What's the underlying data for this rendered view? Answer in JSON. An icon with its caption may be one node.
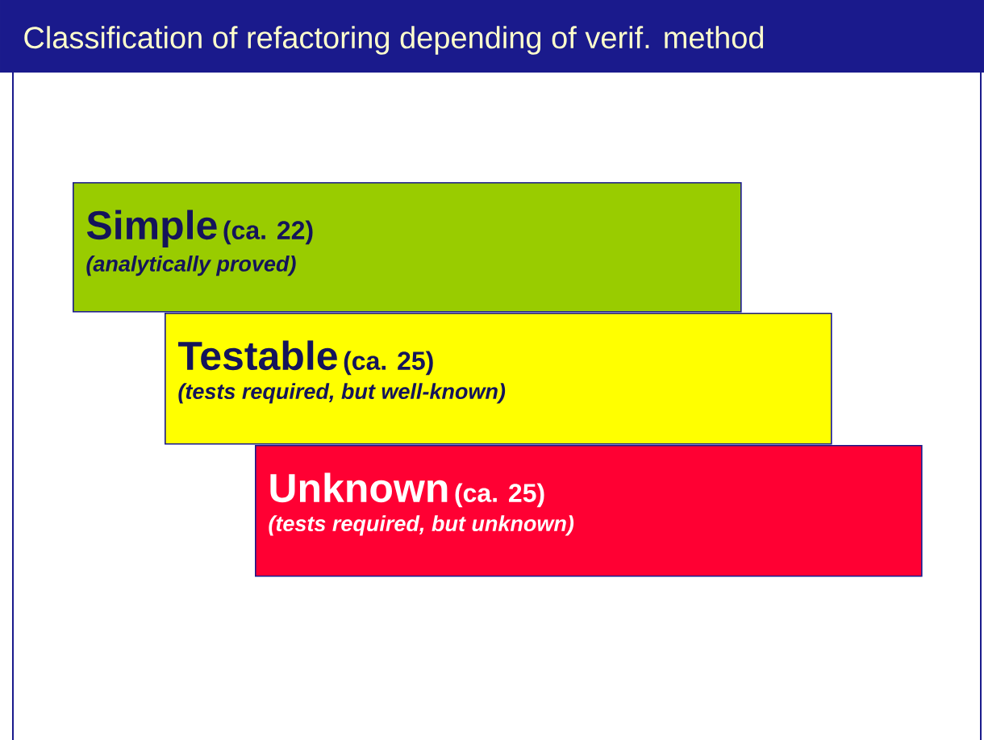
{
  "diagram": {
    "title": "Classification of refactoring depending of verif. method",
    "nodes": [
      {
        "text": [
          "Simple",
          "(ca. 22)",
          "(analytically proved)"
        ]
      },
      {
        "text": [
          "Testable",
          "(ca. 25)",
          "(tests required, but well-known)"
        ]
      },
      {
        "text": [
          "Unknown",
          "(ca. 25)",
          "(tests required, but unknown)"
        ]
      }
    ]
  }
}
